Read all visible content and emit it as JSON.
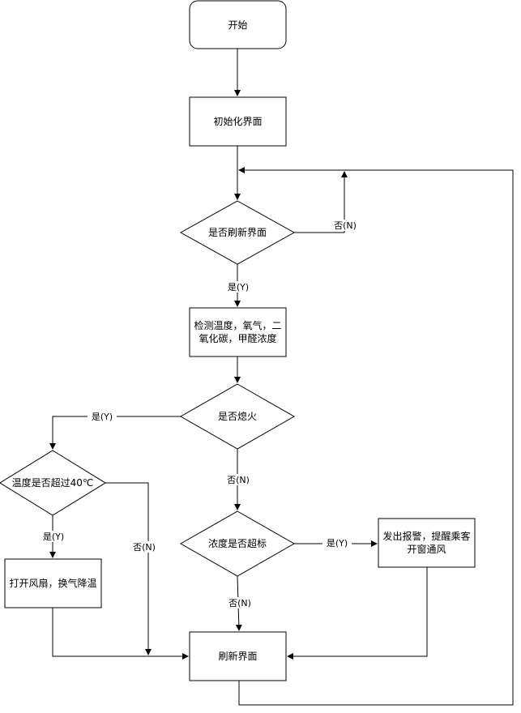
{
  "nodes": {
    "start": "开始",
    "init": "初始化界面",
    "refresh_q": "是否刷新界面",
    "detect": "检测温度，氧气，二氧化碳，甲醛浓度",
    "fire_q": "是否熄火",
    "temp_q": "温度是否超过40℃",
    "fan": "打开风扇，换气降温",
    "conc_q": "浓度是否超标",
    "alarm": "发出报警，提醒乘客开窗通风",
    "refresh": "刷新界面"
  },
  "edge_labels": {
    "refresh_no": "否(N)",
    "refresh_yes": "是(Y)",
    "fire_yes": "是(Y)",
    "fire_no": "否(N)",
    "temp_yes": "是(Y)",
    "temp_no": "否(N)",
    "conc_yes": "是(Y)",
    "conc_no": "否(N)"
  }
}
